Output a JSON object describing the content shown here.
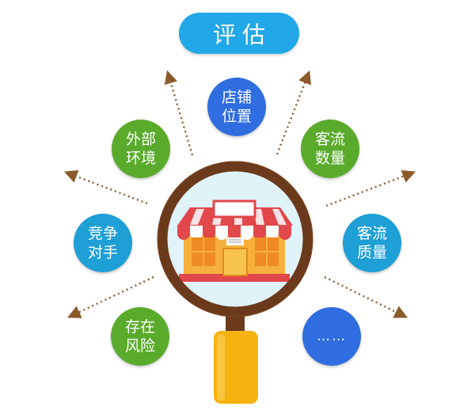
{
  "title": "评估",
  "factors": [
    {
      "id": "store-location",
      "label": "店铺位置",
      "color": "#2f6de0"
    },
    {
      "id": "environment",
      "label": "外部环境",
      "color": "#5aab2c"
    },
    {
      "id": "traffic-count",
      "label": "客流数量",
      "color": "#5aab2c"
    },
    {
      "id": "competitors",
      "label": "竞争对手",
      "color": "#1e9fd6"
    },
    {
      "id": "traffic-quality",
      "label": "客流质量",
      "color": "#1e9fd6"
    },
    {
      "id": "risks",
      "label": "存在风险",
      "color": "#5aab2c"
    },
    {
      "id": "more",
      "label": "……",
      "color": "#2f6de0"
    }
  ],
  "center_illustration": "magnifier-over-storefront-icon",
  "arrow_color": "#8b5a2b"
}
